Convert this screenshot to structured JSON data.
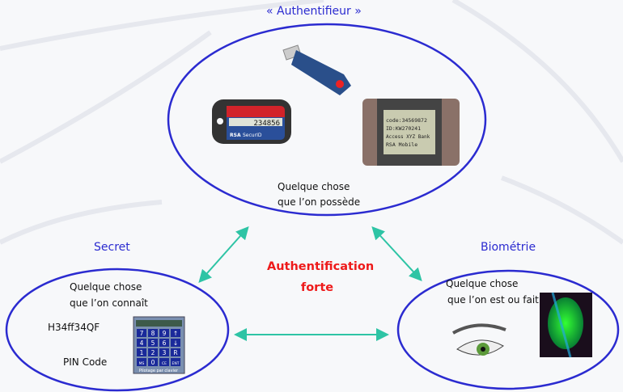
{
  "title": "« Authentifieur »",
  "center": {
    "line1": "Authentification",
    "line2": "forte"
  },
  "possession": {
    "line1": "Quelque chose",
    "line2": "que l’on possède",
    "token": {
      "code": "234856",
      "brand": "RSA",
      "product": "SecurID"
    },
    "phone_screen": [
      "code:34569872",
      "ID:KW270241",
      "Access XYZ Bank",
      "RSA Mobile"
    ]
  },
  "secret": {
    "title": "Secret",
    "line1": "Quelque chose",
    "line2": "que l’on connaît",
    "password": "H34ff34QF",
    "pin_label": "PIN Code",
    "keypad_keys": [
      "7",
      "8",
      "9",
      "↑",
      "4",
      "5",
      "6",
      "↓",
      "1",
      "2",
      "3",
      "R",
      "MS",
      "0",
      "CE",
      "ENT"
    ],
    "keypad_caption": "Pilotage par clavier"
  },
  "biometrie": {
    "title": "Biométrie",
    "line1": "Quelque chose",
    "line2": "que l’on est ou fait"
  },
  "colors": {
    "ellipse": "#2b2bd0",
    "arrow": "#2ec4a5",
    "accent": "#ee1a1a"
  }
}
